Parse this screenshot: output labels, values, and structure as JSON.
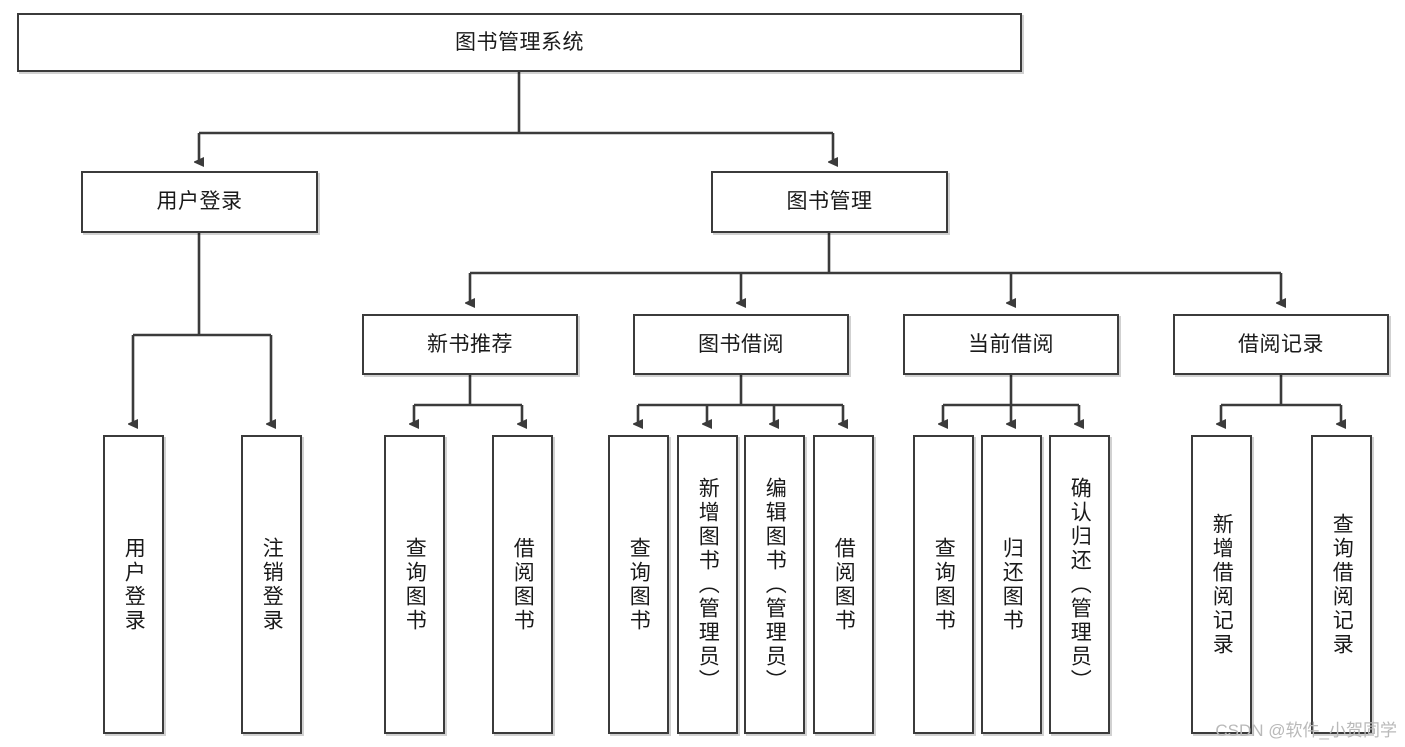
{
  "diagram": {
    "title": "图书管理系统",
    "type": "tree-hierarchy",
    "watermark": "CSDN @软件_小贺同学",
    "colors": {
      "node_border": "#3b3b3b",
      "node_fill": "#ffffff",
      "edge": "#3b3b3b",
      "text": "#1a1a1a",
      "watermark": "#b9b9b9"
    },
    "nodes": {
      "root": {
        "label": "图书管理系统",
        "orientation": "horizontal",
        "level": 0
      },
      "l1_a": {
        "label": "用户登录",
        "orientation": "horizontal",
        "level": 1
      },
      "l1_b": {
        "label": "图书管理",
        "orientation": "horizontal",
        "level": 1
      },
      "l2_a": {
        "label": "新书推荐",
        "orientation": "horizontal",
        "level": 2
      },
      "l2_b": {
        "label": "图书借阅",
        "orientation": "horizontal",
        "level": 2
      },
      "l2_c": {
        "label": "当前借阅",
        "orientation": "horizontal",
        "level": 2
      },
      "l2_d": {
        "label": "借阅记录",
        "orientation": "horizontal",
        "level": 2
      },
      "leaf_login_1": {
        "label": "用户登录",
        "orientation": "vertical",
        "level": 3
      },
      "leaf_login_2": {
        "label": "注销登录",
        "orientation": "vertical",
        "level": 3
      },
      "leaf_new_1": {
        "label": "查询图书",
        "orientation": "vertical",
        "level": 3
      },
      "leaf_new_2": {
        "label": "借阅图书",
        "orientation": "vertical",
        "level": 3
      },
      "leaf_borrow_1": {
        "label": "查询图书",
        "orientation": "vertical",
        "level": 3
      },
      "leaf_borrow_2": {
        "label": "新增图书（管理员）",
        "orientation": "vertical",
        "level": 3
      },
      "leaf_borrow_3": {
        "label": "编辑图书（管理员）",
        "orientation": "vertical",
        "level": 3
      },
      "leaf_borrow_4": {
        "label": "借阅图书",
        "orientation": "vertical",
        "level": 3
      },
      "leaf_current_1": {
        "label": "查询图书",
        "orientation": "vertical",
        "level": 3
      },
      "leaf_current_2": {
        "label": "归还图书",
        "orientation": "vertical",
        "level": 3
      },
      "leaf_current_3": {
        "label": "确认归还（管理员）",
        "orientation": "vertical",
        "level": 3
      },
      "leaf_record_1": {
        "label": "新增借阅记录",
        "orientation": "vertical",
        "level": 3
      },
      "leaf_record_2": {
        "label": "查询借阅记录",
        "orientation": "vertical",
        "level": 3
      }
    },
    "edges": [
      {
        "from": "root",
        "to": "l1_a"
      },
      {
        "from": "root",
        "to": "l1_b"
      },
      {
        "from": "l1_a",
        "to": "leaf_login_1"
      },
      {
        "from": "l1_a",
        "to": "leaf_login_2"
      },
      {
        "from": "l1_b",
        "to": "l2_a"
      },
      {
        "from": "l1_b",
        "to": "l2_b"
      },
      {
        "from": "l1_b",
        "to": "l2_c"
      },
      {
        "from": "l1_b",
        "to": "l2_d"
      },
      {
        "from": "l2_a",
        "to": "leaf_new_1"
      },
      {
        "from": "l2_a",
        "to": "leaf_new_2"
      },
      {
        "from": "l2_b",
        "to": "leaf_borrow_1"
      },
      {
        "from": "l2_b",
        "to": "leaf_borrow_2"
      },
      {
        "from": "l2_b",
        "to": "leaf_borrow_3"
      },
      {
        "from": "l2_b",
        "to": "leaf_borrow_4"
      },
      {
        "from": "l2_c",
        "to": "leaf_current_1"
      },
      {
        "from": "l2_c",
        "to": "leaf_current_2"
      },
      {
        "from": "l2_c",
        "to": "leaf_current_3"
      },
      {
        "from": "l2_d",
        "to": "leaf_record_1"
      },
      {
        "from": "l2_d",
        "to": "leaf_record_2"
      }
    ]
  }
}
